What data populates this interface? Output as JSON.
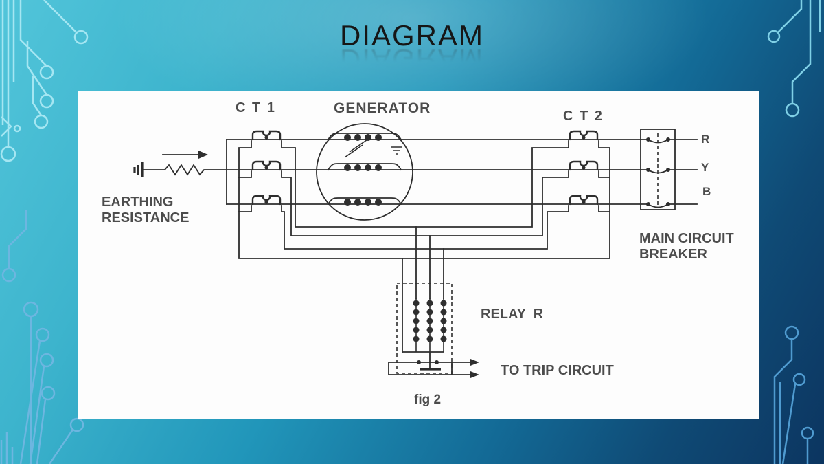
{
  "slide": {
    "title": "DIAGRAM"
  },
  "diagram": {
    "labels": {
      "ct1": "C T 1",
      "generator": "GENERATOR",
      "ct2": "C T 2",
      "earthing_line1": "EARTHING",
      "earthing_line2": "RESISTANCE",
      "breaker_line1": "MAIN CIRCUIT",
      "breaker_line2": "BREAKER",
      "relay": "RELAY  R",
      "trip": "TO TRIP CIRCUIT",
      "caption": "fig 2",
      "phase_r": "R",
      "phase_y": "Y",
      "phase_b": "B"
    },
    "colors": {
      "ink": "#2e2e2e",
      "label": "#4c4c4c",
      "panel": "#fdfdfd"
    }
  },
  "background": {
    "gradient_top_left": "#52c5da",
    "gradient_bottom_right": "#0c3560",
    "trace_light": "#a5e6f2",
    "trace_blue": "#4f9bd0"
  }
}
